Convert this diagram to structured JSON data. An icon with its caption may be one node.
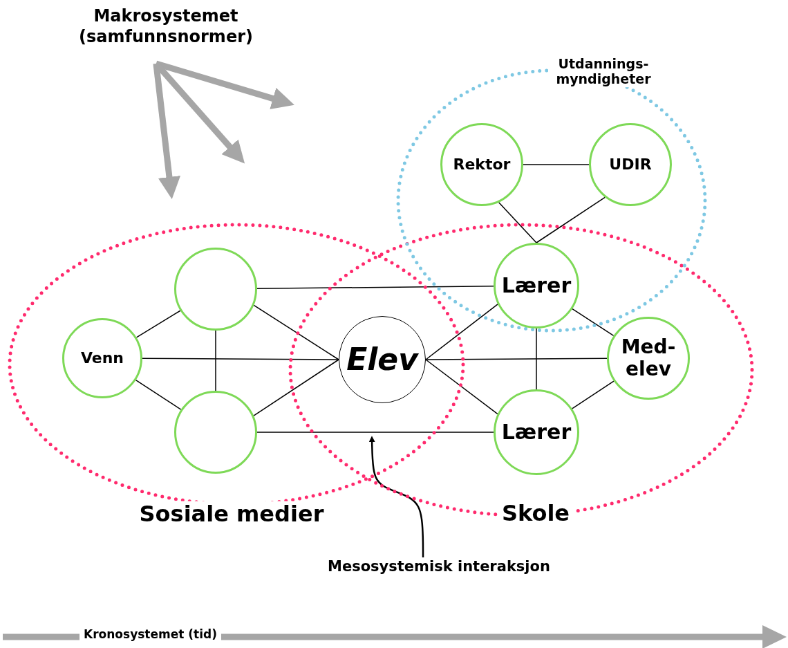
{
  "diagram": {
    "nodes": [
      {
        "text": [
          "Makrosystemet (samfunnsnormer)"
        ]
      },
      {
        "text": [
          "Sosiale medier"
        ]
      },
      {
        "text": [
          "Skole"
        ]
      },
      {
        "text": [
          "Utdannings-myndigheter"
        ]
      },
      {
        "text": [],
        "shape": "circle",
        "in": 1
      },
      {
        "text": [
          "Venn"
        ],
        "in": 1
      },
      {
        "text": [],
        "shape": "circle",
        "in": 1
      },
      {
        "text": [
          "Elev"
        ]
      },
      {
        "text": [
          "Lærer"
        ]
      },
      {
        "text": [
          "Med-elev"
        ],
        "in": 2
      },
      {
        "text": [
          "Lærer"
        ],
        "in": 2
      },
      {
        "text": [
          "Rektor"
        ],
        "in": 3
      },
      {
        "text": [
          "UDIR"
        ],
        "in": 3
      },
      {
        "text": [
          "Mesosystemisk interaksjon"
        ]
      }
    ],
    "edges": [
      {
        "from": 0,
        "to": null,
        "arrow": "to",
        "style": "thick",
        "color": "#a6a6a6"
      },
      {
        "from": 0,
        "to": null,
        "arrow": "to",
        "style": "thick",
        "color": "#a6a6a6"
      },
      {
        "from": 0,
        "to": null,
        "arrow": "to",
        "style": "thick",
        "color": "#a6a6a6"
      },
      {
        "from": 4,
        "to": 5,
        "arrow": "none"
      },
      {
        "from": 5,
        "to": 6,
        "arrow": "none"
      },
      {
        "from": 4,
        "to": 6,
        "arrow": "none"
      },
      {
        "from": 4,
        "to": 7,
        "arrow": "none"
      },
      {
        "from": 5,
        "to": 7,
        "arrow": "none"
      },
      {
        "from": 6,
        "to": 7,
        "arrow": "none"
      },
      {
        "from": 4,
        "to": 8,
        "arrow": "none"
      },
      {
        "from": 6,
        "to": 10,
        "arrow": "none"
      },
      {
        "from": 7,
        "to": 8,
        "arrow": "none"
      },
      {
        "from": 7,
        "to": 9,
        "arrow": "none"
      },
      {
        "from": 7,
        "to": 10,
        "arrow": "none"
      },
      {
        "from": 8,
        "to": 9,
        "arrow": "none"
      },
      {
        "from": 8,
        "to": 10,
        "arrow": "none"
      },
      {
        "from": 10,
        "to": 9,
        "arrow": "none"
      },
      {
        "from": 11,
        "to": 12,
        "arrow": "none"
      },
      {
        "from": 11,
        "to": 8,
        "arrow": "none"
      },
      {
        "from": 12,
        "to": 8,
        "arrow": "none"
      },
      {
        "from": 13,
        "to": null,
        "arrow": "to"
      }
    ],
    "labels": [
      "Kronosystemet (tid)"
    ]
  }
}
